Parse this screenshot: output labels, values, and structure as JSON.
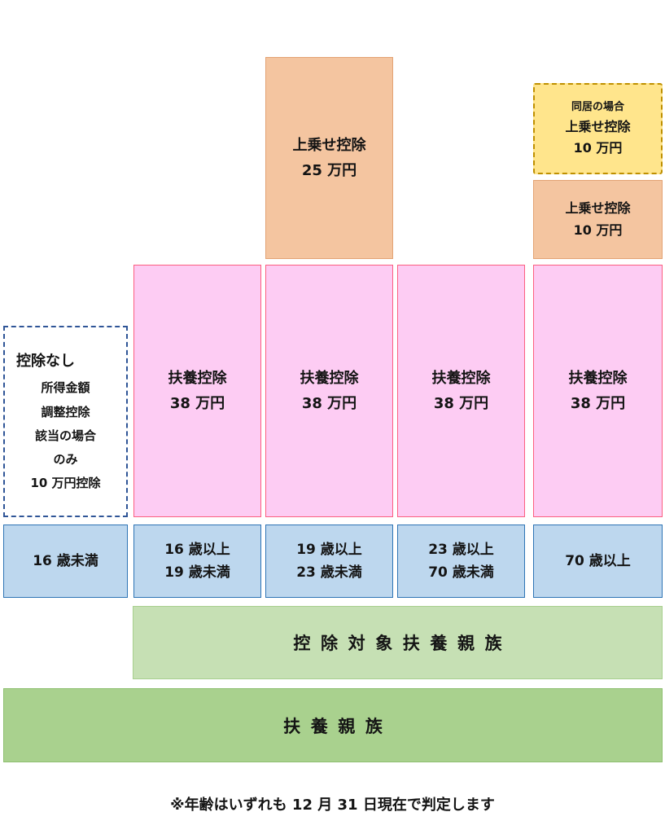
{
  "palette": {
    "orange_fill": "#f4c5a0",
    "orange_border": "#e3a374",
    "yellow_fill": "#ffe58c",
    "yellow_border": "#bf9000",
    "pink_fill": "#fdccf3",
    "pink_border": "#fb5f80",
    "blue_fill": "#bdd7ee",
    "blue_border": "#2e74b5",
    "dashed_box_border": "#2f5597",
    "light_green_fill": "#c6e0b4",
    "green_fill": "#a9d18e",
    "text": "#141414"
  },
  "extra_deductions": {
    "age19_23": {
      "line1": "上乗せ控除",
      "line2": "25 万円"
    },
    "age70_cohabiting": {
      "note": "同居の場合",
      "line1": "上乗せ控除",
      "line2": "10 万円"
    },
    "age70": {
      "line1": "上乗せ控除",
      "line2": "10 万円"
    }
  },
  "deduction_boxes": [
    {
      "line1": "扶養控除",
      "line2": "38 万円"
    },
    {
      "line1": "扶養控除",
      "line2": "38 万円"
    },
    {
      "line1": "扶養控除",
      "line2": "38 万円"
    },
    {
      "line1": "扶養控除",
      "line2": "38 万円"
    }
  ],
  "no_deduction": {
    "title": "控除なし",
    "lines": [
      "所得金額",
      "調整控除",
      "該当の場合",
      "のみ",
      "10 万円控除"
    ]
  },
  "age_groups": [
    {
      "lines": [
        "16 歳未満"
      ]
    },
    {
      "lines": [
        "16 歳以上",
        "19 歳未満"
      ]
    },
    {
      "lines": [
        "19 歳以上",
        "23 歳未満"
      ]
    },
    {
      "lines": [
        "23 歳以上",
        "70 歳未満"
      ]
    },
    {
      "lines": [
        "70 歳以上"
      ]
    }
  ],
  "bands": {
    "eligible_dependents": "控除対象扶養親族",
    "dependents": "扶養親族"
  },
  "footnote": "※年齢はいずれも 12 月 31 日現在で判定します"
}
